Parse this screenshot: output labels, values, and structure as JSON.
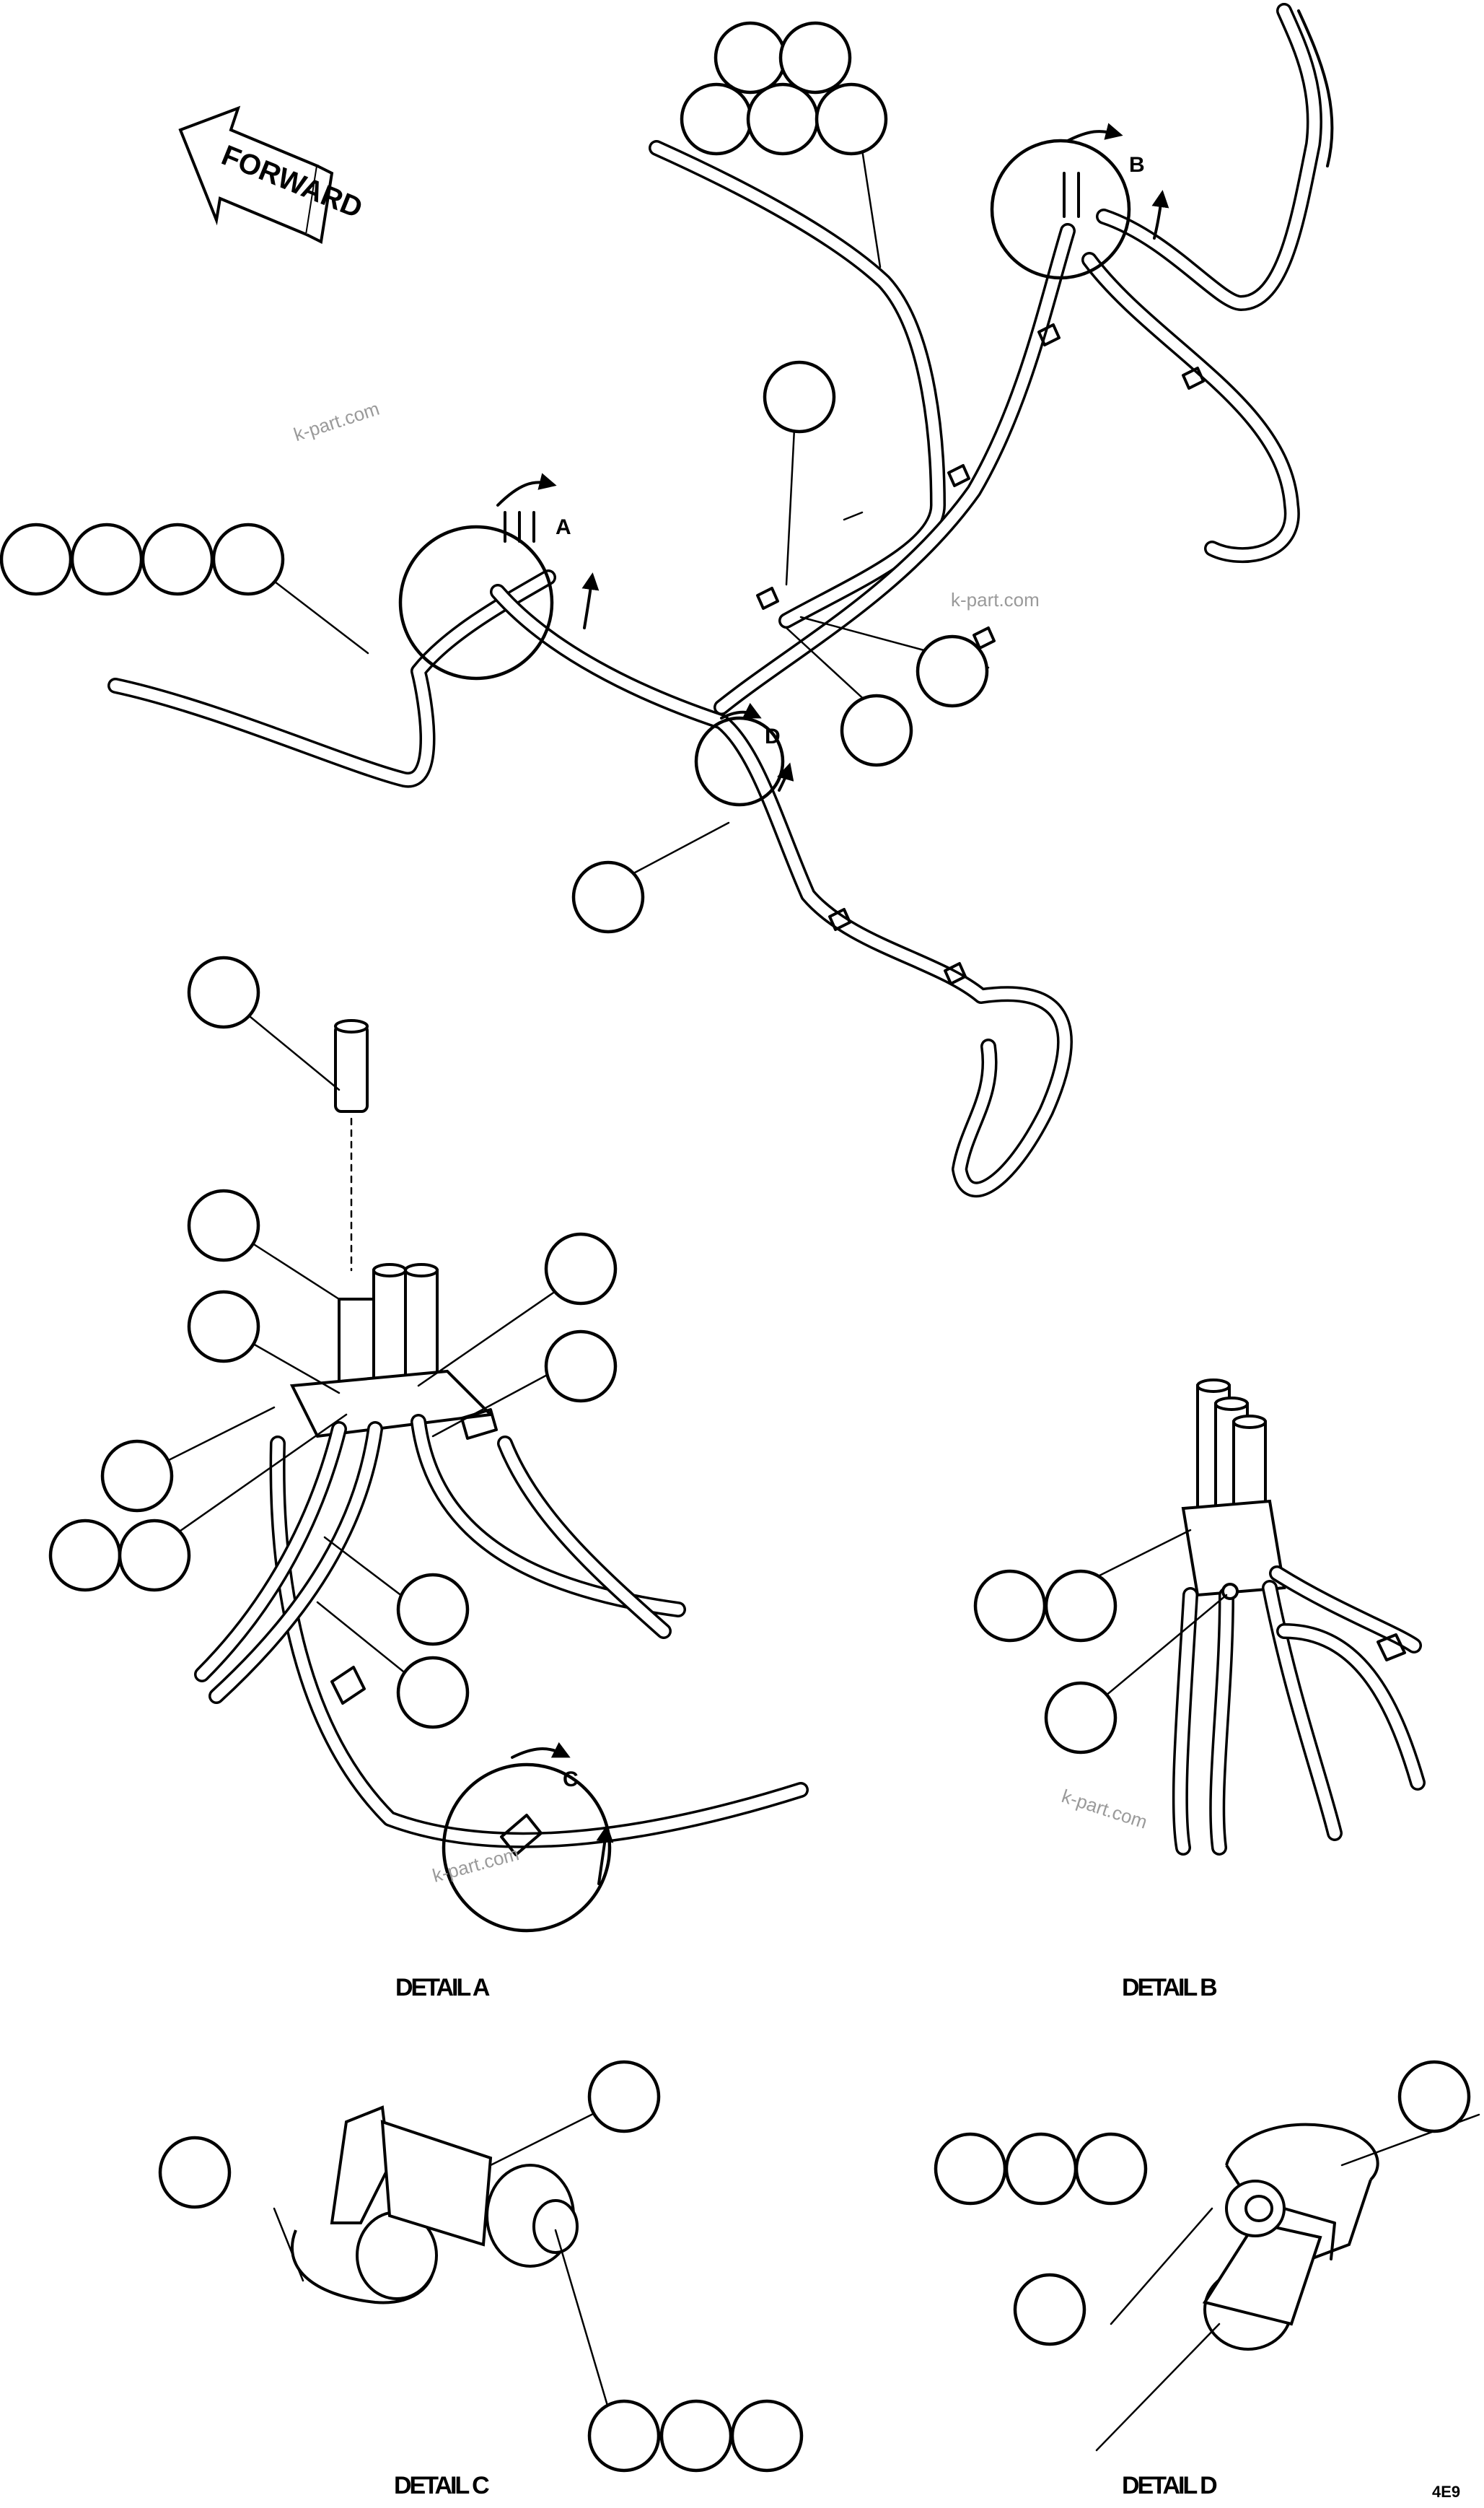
{
  "forward_arrow": {
    "label": "FORWARD"
  },
  "detail_markers": {
    "a": "A",
    "b": "B",
    "c": "C",
    "d": "D"
  },
  "detail_titles": {
    "a": "DETAIL A",
    "b": "DETAIL B",
    "c": "DETAIL C",
    "d": "DETAIL D"
  },
  "watermark": "k-part.com",
  "page_number": "4E9"
}
